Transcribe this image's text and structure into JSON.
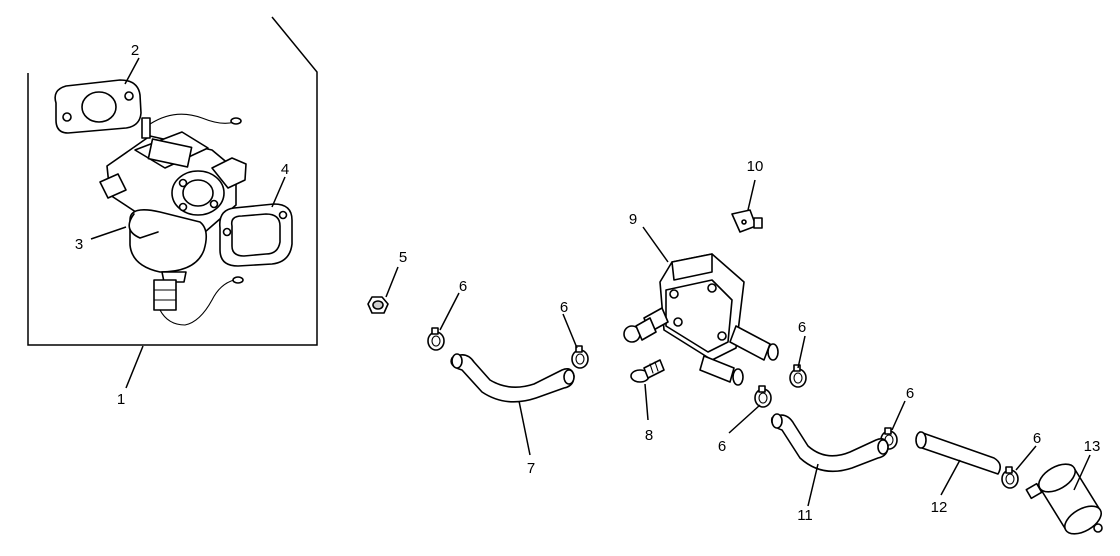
{
  "callouts": {
    "c1": "1",
    "c2": "2",
    "c3": "3",
    "c4": "4",
    "c5": "5",
    "c6a": "6",
    "c6b": "6",
    "c6c": "6",
    "c6d": "6",
    "c6e": "6",
    "c6f": "6",
    "c7": "7",
    "c8": "8",
    "c9": "9",
    "c10": "10",
    "c11": "11",
    "c12": "12",
    "c13": "13"
  }
}
